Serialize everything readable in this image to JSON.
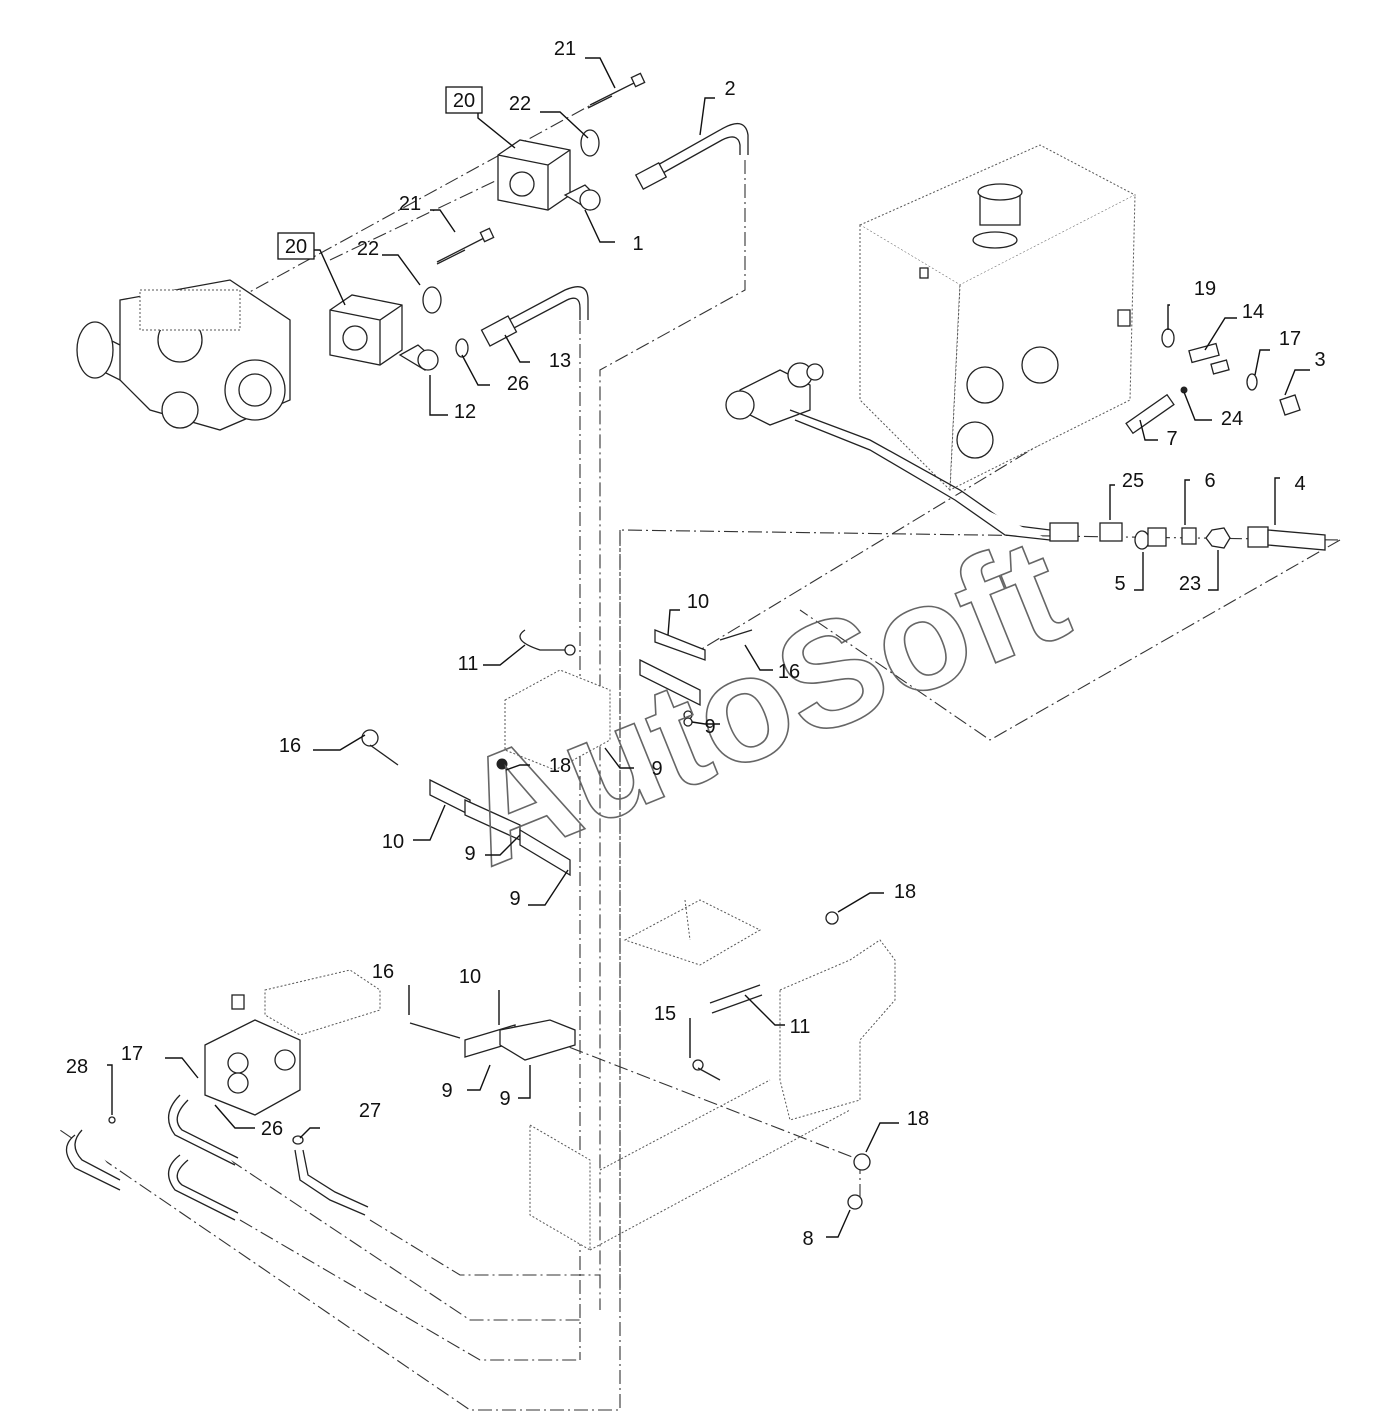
{
  "watermark": "AutoSoft",
  "callouts": {
    "c1": "1",
    "c2": "2",
    "c3": "3",
    "c4": "4",
    "c5": "5",
    "c6": "6",
    "c7": "7",
    "c8": "8",
    "c9a": "9",
    "c9b": "9",
    "c9c": "9",
    "c9d": "9",
    "c9e": "9",
    "c9f": "9",
    "c10a": "10",
    "c10b": "10",
    "c10c": "10",
    "c11a": "11",
    "c11b": "11",
    "c12": "12",
    "c13": "13",
    "c14": "14",
    "c15": "15",
    "c16a": "16",
    "c16b": "16",
    "c16c": "16",
    "c17a": "17",
    "c17b": "17",
    "c18a": "18",
    "c18b": "18",
    "c18c": "18",
    "c19": "19",
    "c20a": "20",
    "c20b": "20",
    "c21a": "21",
    "c21b": "21",
    "c22a": "22",
    "c22b": "22",
    "c23": "23",
    "c24": "24",
    "c25": "25",
    "c26a": "26",
    "c26b": "26",
    "c27": "27",
    "c28": "28"
  }
}
